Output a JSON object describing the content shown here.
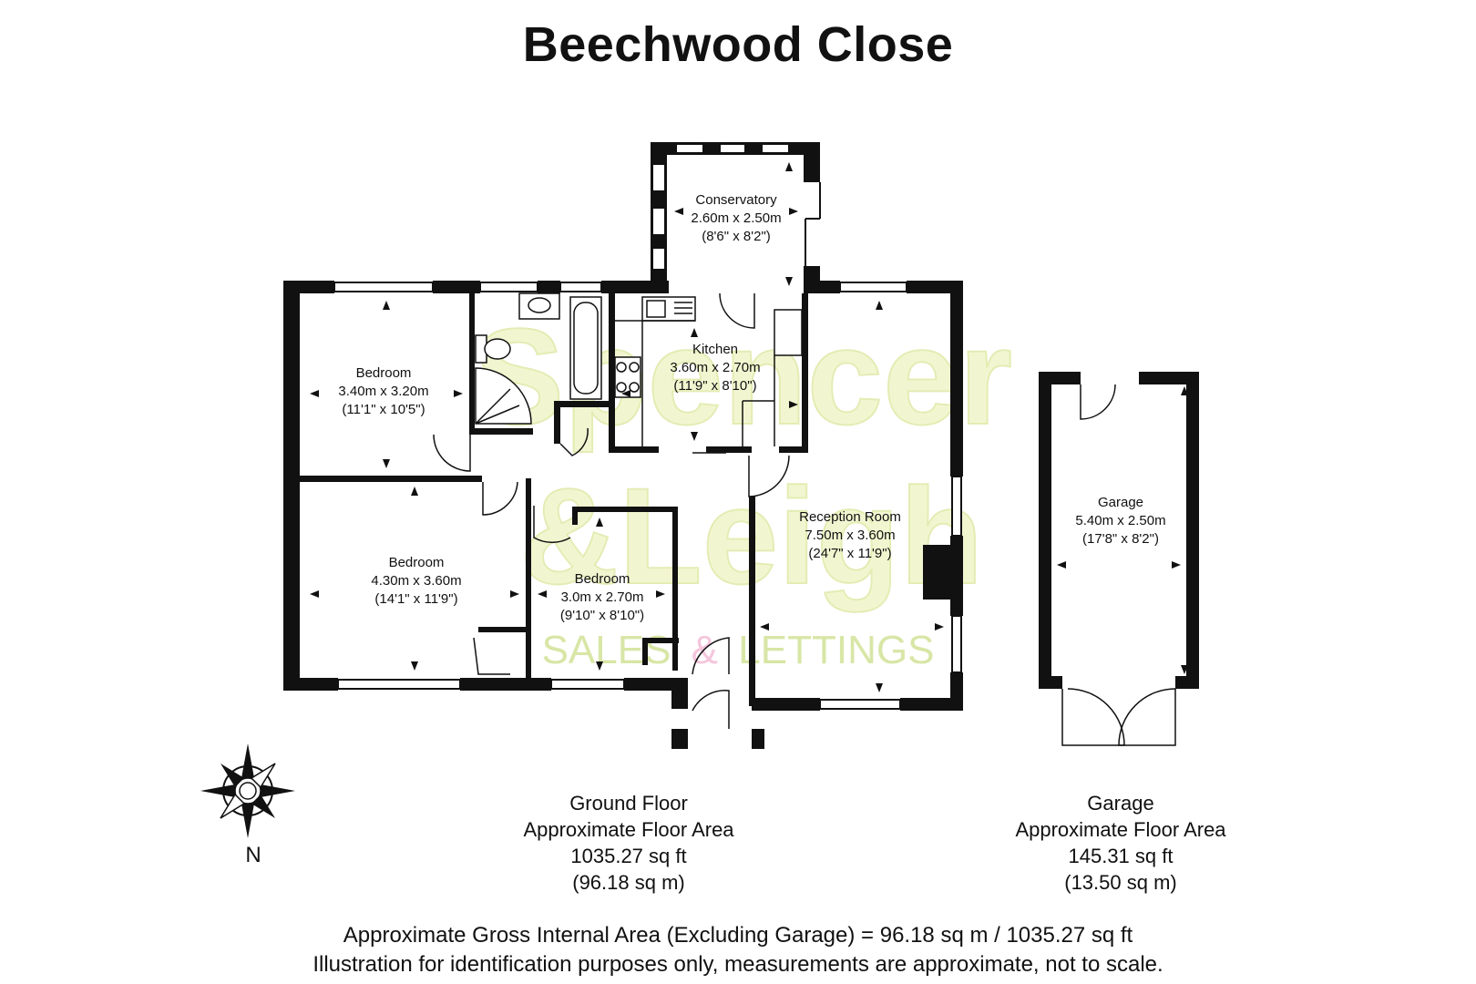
{
  "title": "Beechwood Close",
  "watermark": {
    "line1": "Spencer",
    "line2": "&Leigh",
    "tagline_a": "SALES",
    "tagline_amp": "&",
    "tagline_b": "LETTINGS",
    "colors": {
      "main": "#f2f6d0",
      "sales": "#d8e6a6",
      "amp": "#f4c6dc"
    }
  },
  "rooms": {
    "conservatory": {
      "name": "Conservatory",
      "metric": "2.60m x 2.50m",
      "imperial": "(8'6\" x 8'2\")"
    },
    "kitchen": {
      "name": "Kitchen",
      "metric": "3.60m x 2.70m",
      "imperial": "(11'9\" x 8'10\")"
    },
    "bedroom1": {
      "name": "Bedroom",
      "metric": "3.40m x 3.20m",
      "imperial": "(11'1\" x 10'5\")"
    },
    "bedroom2": {
      "name": "Bedroom",
      "metric": "4.30m x 3.60m",
      "imperial": "(14'1\" x 11'9\")"
    },
    "bedroom3": {
      "name": "Bedroom",
      "metric": "3.0m x 2.70m",
      "imperial": "(9'10\" x 8'10\")"
    },
    "reception": {
      "name": "Reception Room",
      "metric": "7.50m x 3.60m",
      "imperial": "(24'7\" x 11'9\")"
    },
    "garage": {
      "name": "Garage",
      "metric": "5.40m x 2.50m",
      "imperial": "(17'8\" x 8'2\")"
    }
  },
  "ground_floor": {
    "name": "Ground Floor",
    "label": "Approximate Floor Area",
    "sqft": "1035.27 sq ft",
    "sqm": "(96.18 sq m)"
  },
  "garage_floor": {
    "name": "Garage",
    "label": "Approximate Floor Area",
    "sqft": "145.31 sq ft",
    "sqm": "(13.50 sq m)"
  },
  "compass": {
    "letter": "N",
    "icon": "compass-rose-icon"
  },
  "footer": {
    "line1": "Approximate Gross Internal Area (Excluding Garage) = 96.18 sq m / 1035.27 sq ft",
    "line2": "Illustration for identification purposes only, measurements are approximate, not to scale."
  }
}
